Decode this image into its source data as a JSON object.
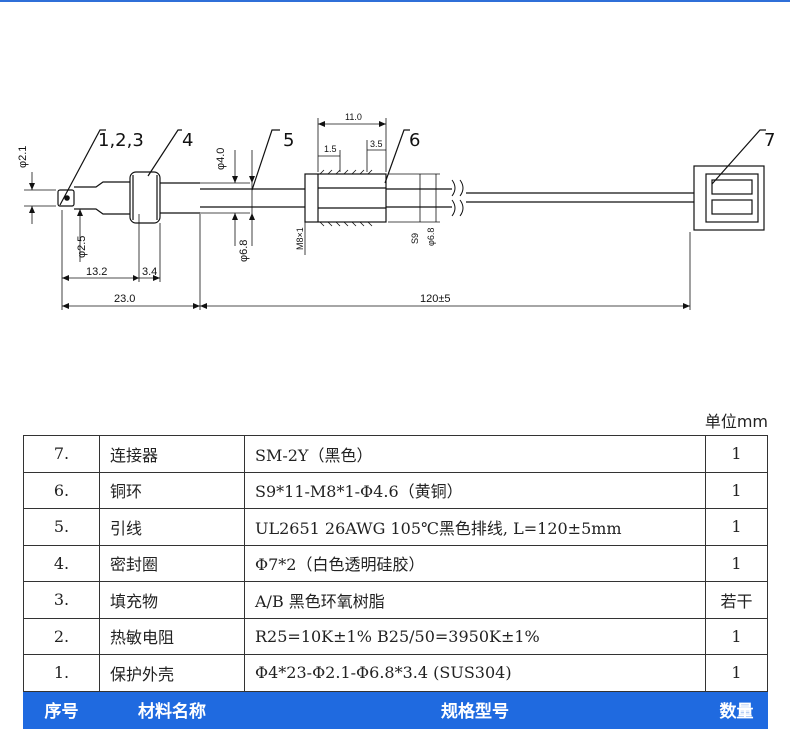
{
  "drawing": {
    "callouts": [
      "1,2,3",
      "4",
      "5",
      "6",
      "7"
    ],
    "dimensions": {
      "d21": "φ2.1",
      "d25": "φ2.5",
      "d40": "φ4.0",
      "d68a": "φ6.8",
      "d68b": "φ6.8",
      "len132": "13.2",
      "len34": "3.4",
      "len230": "23.0",
      "len120": "120±5",
      "len110": "11.0",
      "len15": "1.5",
      "len35": "3.5",
      "m8": "M8×1",
      "s9": "S9"
    }
  },
  "table": {
    "unit_label": "单位mm",
    "rows": [
      {
        "no": "7.",
        "name": "连接器",
        "spec": "SM-2Y（黑色）",
        "qty": "1"
      },
      {
        "no": "6.",
        "name": "铜环",
        "spec": "S9*11-M8*1-Φ4.6（黄铜）",
        "qty": "1"
      },
      {
        "no": "5.",
        "name": "引线",
        "spec": "UL2651 26AWG 105℃黑色排线, L=120±5mm",
        "qty": "1"
      },
      {
        "no": "4.",
        "name": "密封圈",
        "spec": "Φ7*2（白色透明硅胶）",
        "qty": "1"
      },
      {
        "no": "3.",
        "name": "填充物",
        "spec": "A/B 黑色环氧树脂",
        "qty": "若干"
      },
      {
        "no": "2.",
        "name": "热敏电阻",
        "spec": "R25=10K±1%    B25/50=3950K±1%",
        "qty": "1"
      },
      {
        "no": "1.",
        "name": "保护外壳",
        "spec": "Φ4*23-Φ2.1-Φ6.8*3.4 (SUS304)",
        "qty": "1"
      }
    ],
    "header": {
      "no": "序号",
      "name": "材料名称",
      "spec": "规格型号",
      "qty": "数量"
    }
  },
  "colors": {
    "accent": "#1f6ae0",
    "line": "#111111"
  }
}
